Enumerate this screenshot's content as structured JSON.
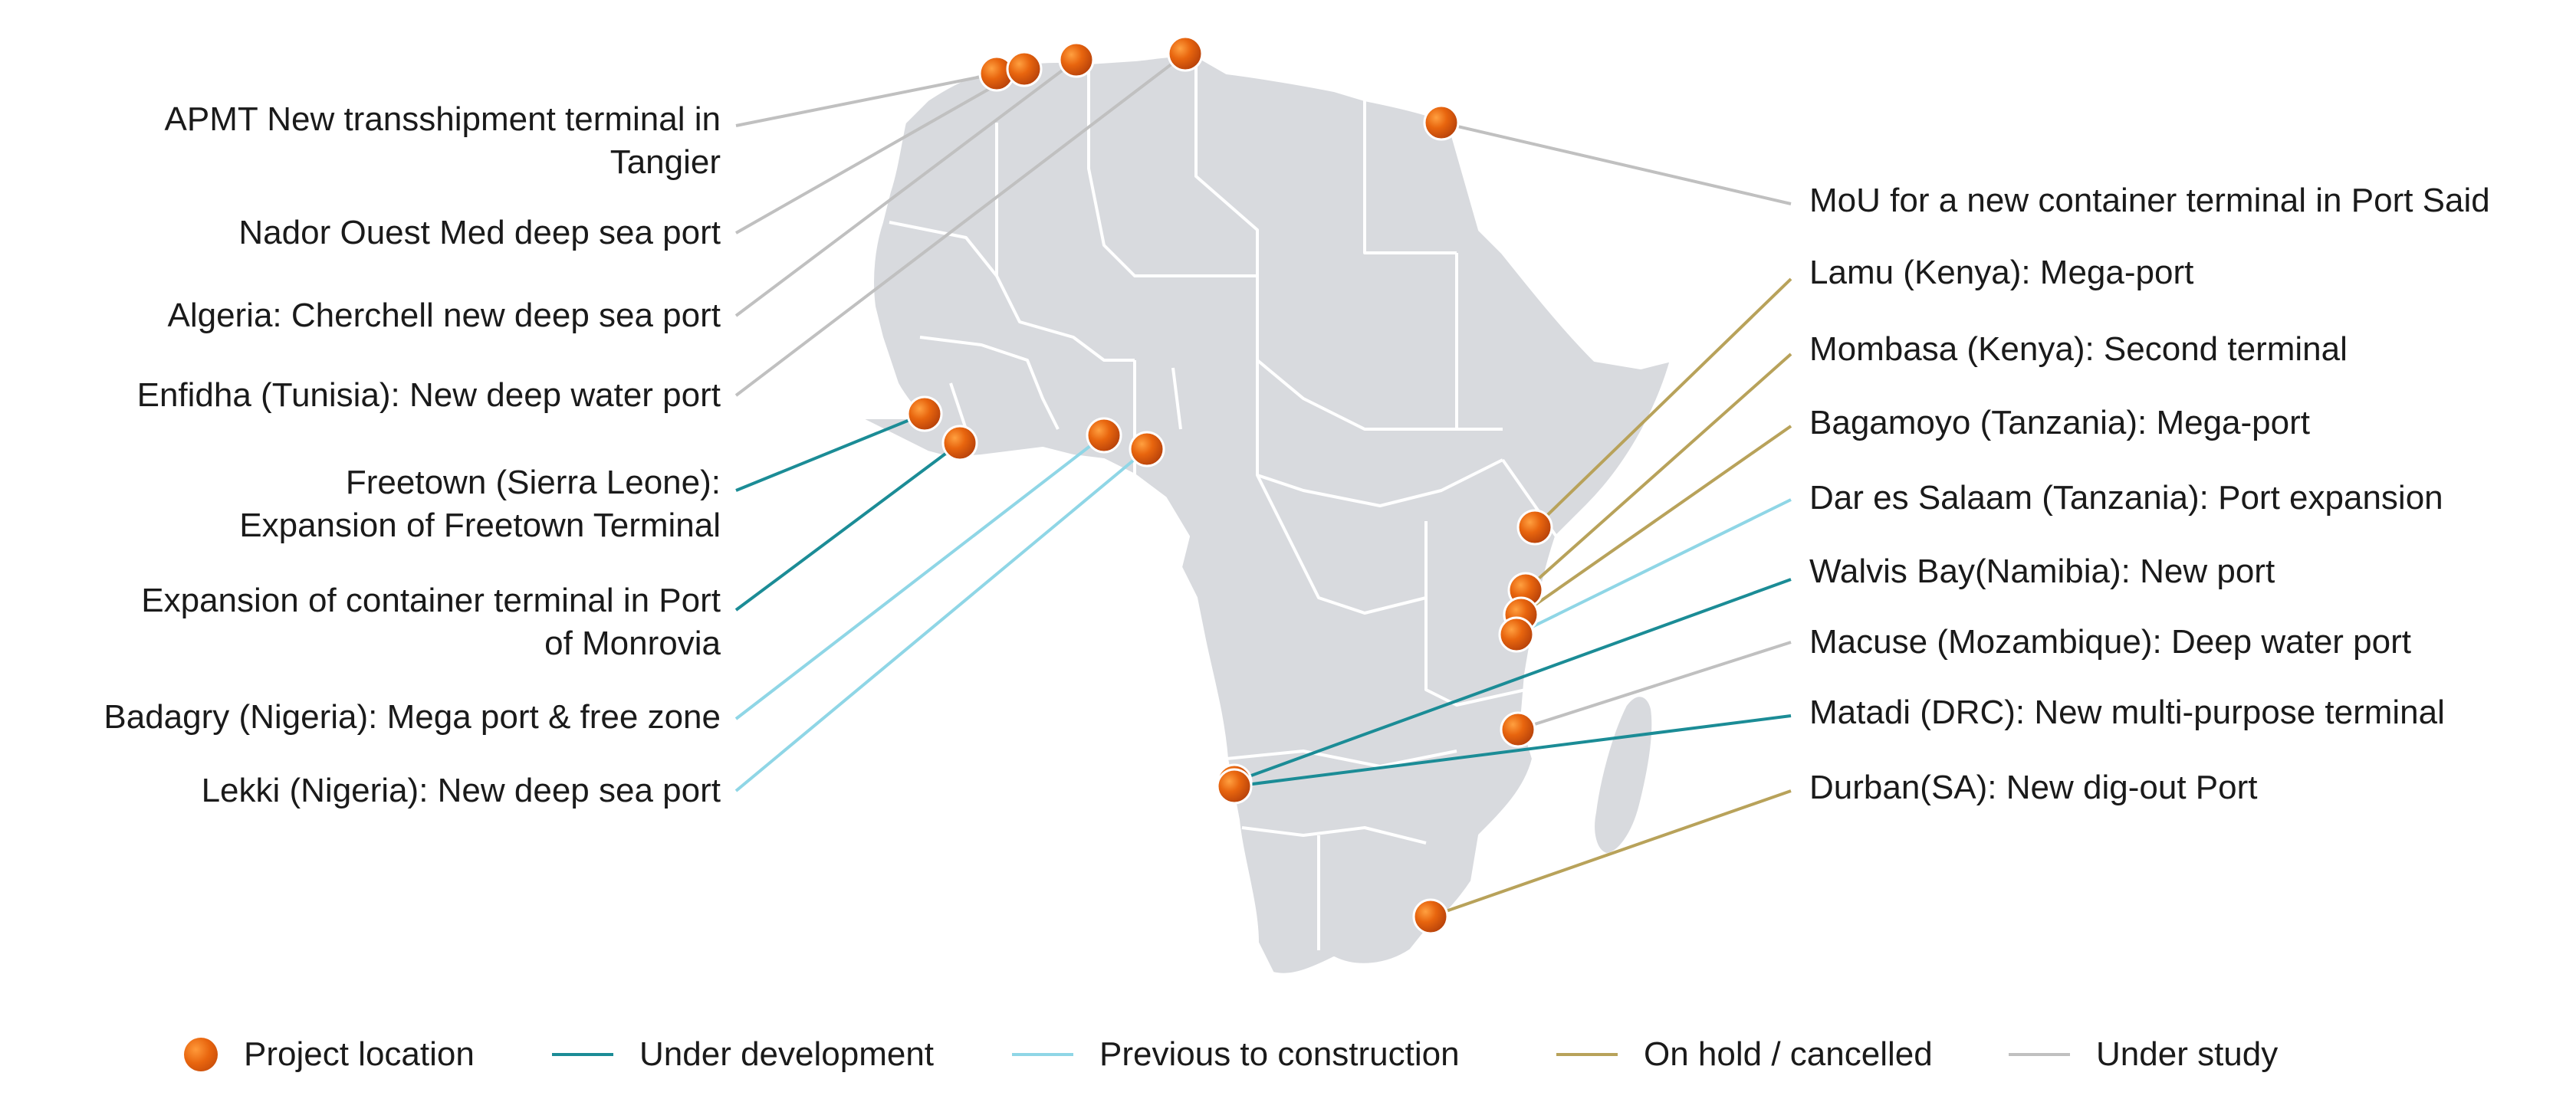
{
  "colors": {
    "under_development": "#1b8c96",
    "previous_to_construction": "#8fd6e6",
    "on_hold_cancelled": "#b8a25a",
    "under_study": "#c0c0c0",
    "land": "#d8dade",
    "project_dot": "#e8650e"
  },
  "left_labels": [
    {
      "lines": [
        "APMT New transshipment terminal in",
        "Tangier"
      ],
      "status": "under_study"
    },
    {
      "lines": [
        "Nador Ouest Med deep sea port"
      ],
      "status": "under_study"
    },
    {
      "lines": [
        "Algeria: Cherchell new deep sea port"
      ],
      "status": "under_study"
    },
    {
      "lines": [
        "Enfidha (Tunisia): New deep water port"
      ],
      "status": "under_study"
    },
    {
      "lines": [
        "Freetown (Sierra Leone):",
        "Expansion of Freetown Terminal"
      ],
      "status": "under_development"
    },
    {
      "lines": [
        "Expansion of container terminal in Port",
        "of Monrovia"
      ],
      "status": "under_development"
    },
    {
      "lines": [
        "Badagry (Nigeria): Mega port & free zone"
      ],
      "status": "previous_to_construction"
    },
    {
      "lines": [
        "Lekki (Nigeria): New deep sea port"
      ],
      "status": "previous_to_construction"
    }
  ],
  "right_labels": [
    {
      "text": "MoU for a new container terminal in Port Said",
      "status": "under_study"
    },
    {
      "text": "Lamu (Kenya): Mega-port",
      "status": "on_hold_cancelled"
    },
    {
      "text": "Mombasa (Kenya): Second terminal",
      "status": "on_hold_cancelled"
    },
    {
      "text": "Bagamoyo (Tanzania): Mega-port",
      "status": "on_hold_cancelled"
    },
    {
      "text": "Dar es Salaam (Tanzania): Port expansion",
      "status": "previous_to_construction"
    },
    {
      "text": "Walvis Bay(Namibia): New port",
      "status": "under_development"
    },
    {
      "text": "Macuse (Mozambique): Deep water port",
      "status": "under_study"
    },
    {
      "text": "Matadi (DRC): New multi-purpose terminal",
      "status": "under_development"
    },
    {
      "text": "Durban(SA): New dig-out  Port",
      "status": "on_hold_cancelled"
    }
  ],
  "legend": [
    {
      "label": "Project location",
      "kind": "dot"
    },
    {
      "label": "Under development",
      "kind": "line",
      "status": "under_development"
    },
    {
      "label": "Previous  to construction",
      "kind": "line",
      "status": "previous_to_construction"
    },
    {
      "label": "On hold / cancelled",
      "kind": "line",
      "status": "on_hold_cancelled"
    },
    {
      "label": "Under study",
      "kind": "line",
      "status": "under_study"
    }
  ]
}
